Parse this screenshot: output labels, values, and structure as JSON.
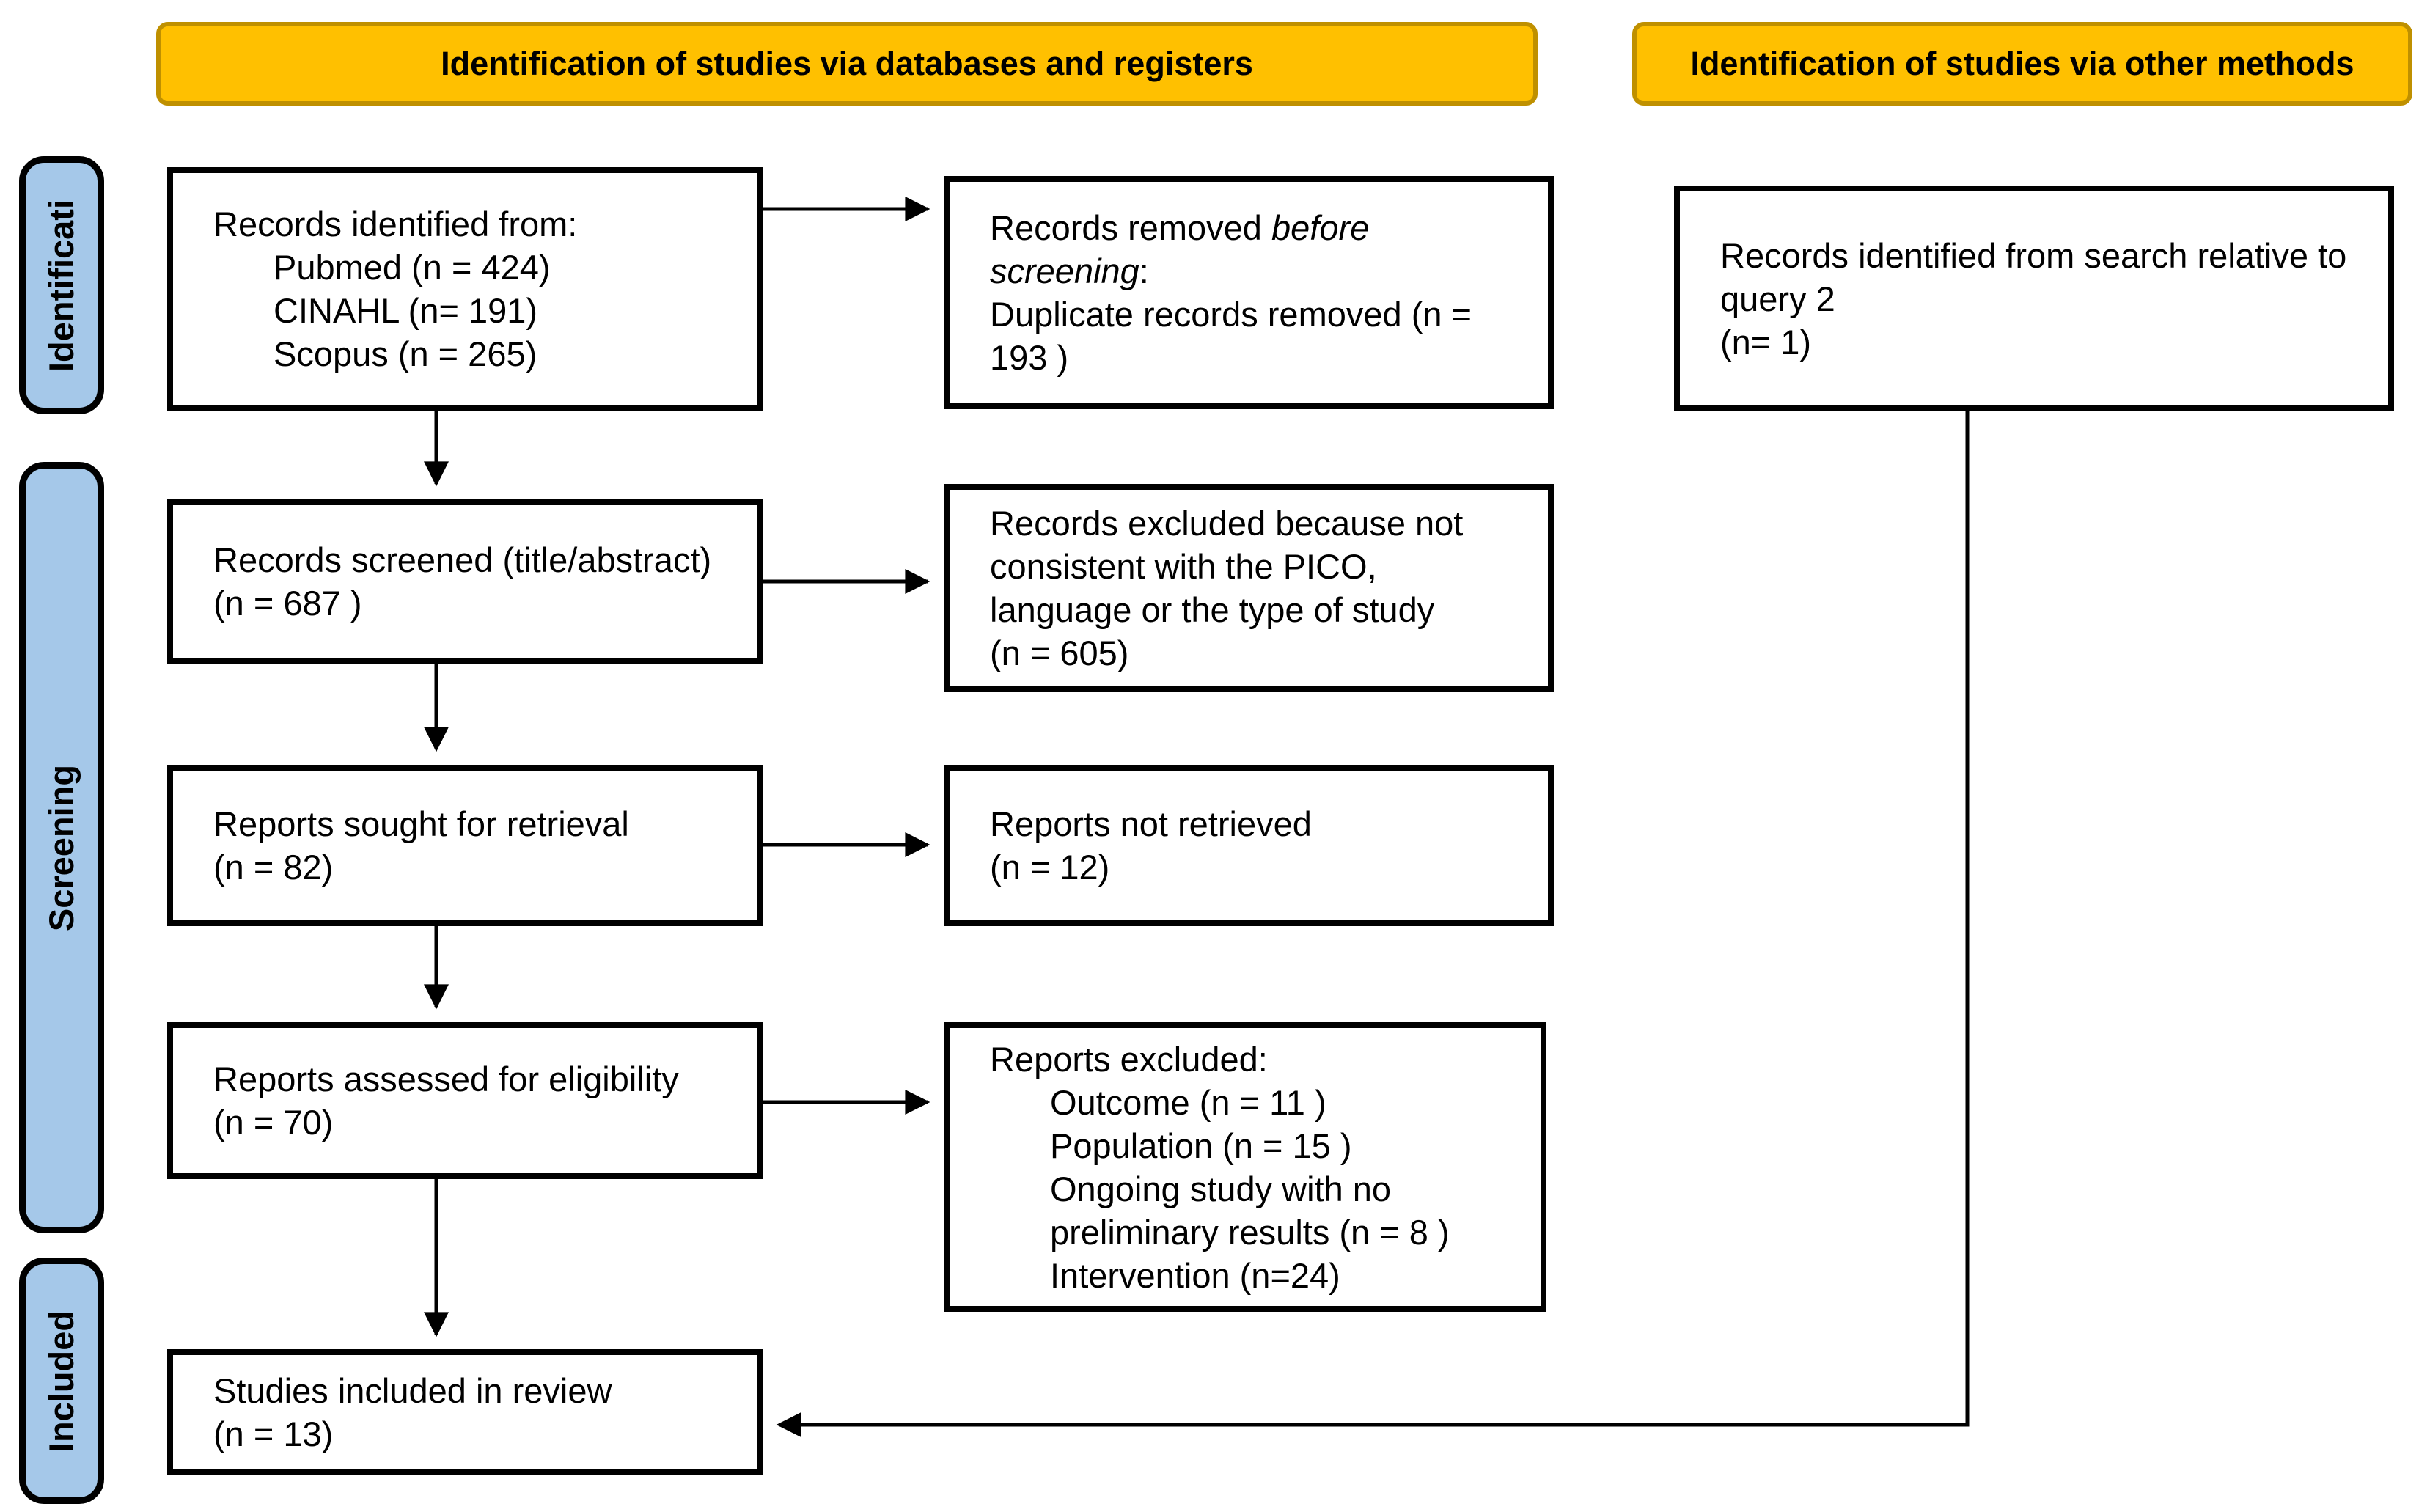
{
  "headers": {
    "databases": "Identification of studies via databases and registers",
    "other_methods": "Identification of studies via other methods"
  },
  "sidebar": {
    "identification": "Identificati",
    "screening": "Screening",
    "included": "Included"
  },
  "boxes": {
    "records_identified": {
      "title": "Records identified from:",
      "items": [
        "Pubmed (n = 424)",
        "CINAHL (n= 191)",
        "Scopus (n = 265)"
      ]
    },
    "records_removed": {
      "seg1": "Records removed ",
      "seg2_italic": "before screening",
      "seg3": ":",
      "line2": "Duplicate records removed  (n = 193 )"
    },
    "other_records": {
      "text": "Records identified from search relative to query 2",
      "n": "(n= 1)"
    },
    "records_screened": {
      "text": "Records screened (title/abstract)",
      "n": "(n = 687 )"
    },
    "records_excluded": {
      "text": "Records excluded because not consistent with the PICO, language or the type of study",
      "n": "(n = 605)"
    },
    "reports_sought": {
      "text": "Reports sought for retrieval",
      "n": "(n = 82)"
    },
    "reports_not_retrieved": {
      "text": "Reports not retrieved",
      "n": "(n = 12)"
    },
    "reports_assessed": {
      "text": "Reports assessed for eligibility",
      "n": "(n = 70)"
    },
    "reports_excluded": {
      "title": "Reports excluded:",
      "items": [
        "Outcome (n = 11 )",
        "Population (n = 15 )",
        "Ongoing study with no preliminary results (n = 8 )",
        "Intervention (n=24)"
      ]
    },
    "studies_included": {
      "text": "Studies included in review",
      "n": "(n = 13)"
    }
  },
  "colors": {
    "header_fill": "#FFC000",
    "header_border": "#BF9000",
    "sidebar_fill": "#A5C8E9",
    "box_border": "#000000",
    "arrow": "#000000"
  }
}
